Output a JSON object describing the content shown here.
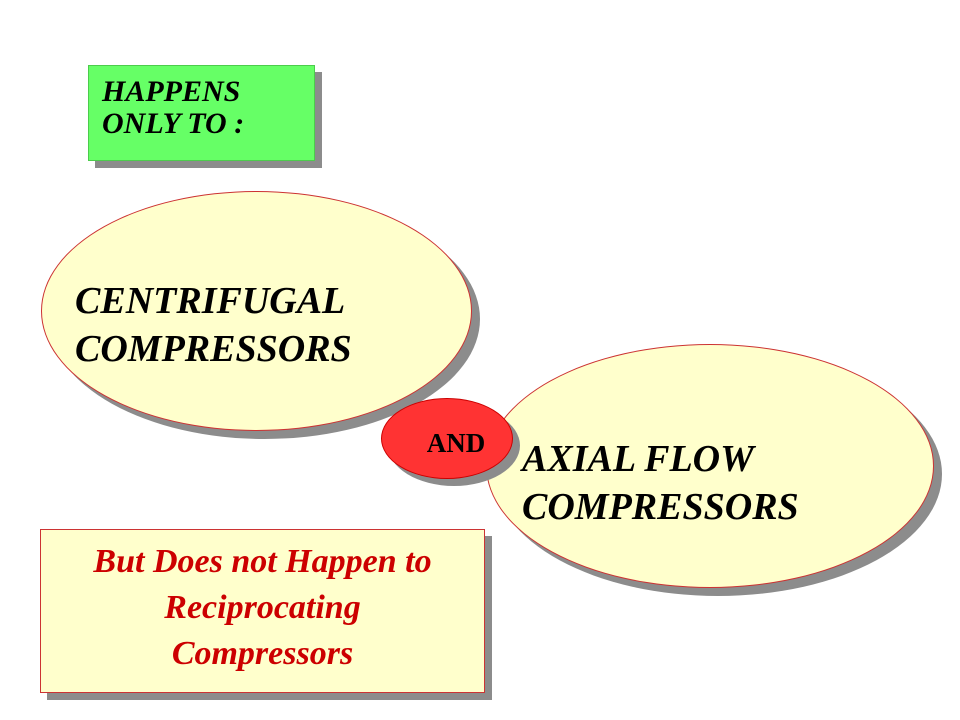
{
  "top_box": {
    "lines": [
      "HAPPENS",
      "ONLY TO :"
    ],
    "color": "#66ff66"
  },
  "centrifugal": {
    "lines": [
      "CENTRIFUGAL",
      "COMPRESSORS"
    ]
  },
  "connector": {
    "label": "AND",
    "color": "#ff3333"
  },
  "axial": {
    "lines": [
      "AXIAL FLOW",
      "COMPRESSORS"
    ]
  },
  "note": {
    "lines": [
      "But Does not Happen to",
      "Reciprocating",
      "Compressors"
    ],
    "text_color": "#cc0000"
  },
  "colors": {
    "ellipse_fill": "#ffffcc",
    "ellipse_border": "#cc3333",
    "shadow": "#8c8c8c"
  }
}
